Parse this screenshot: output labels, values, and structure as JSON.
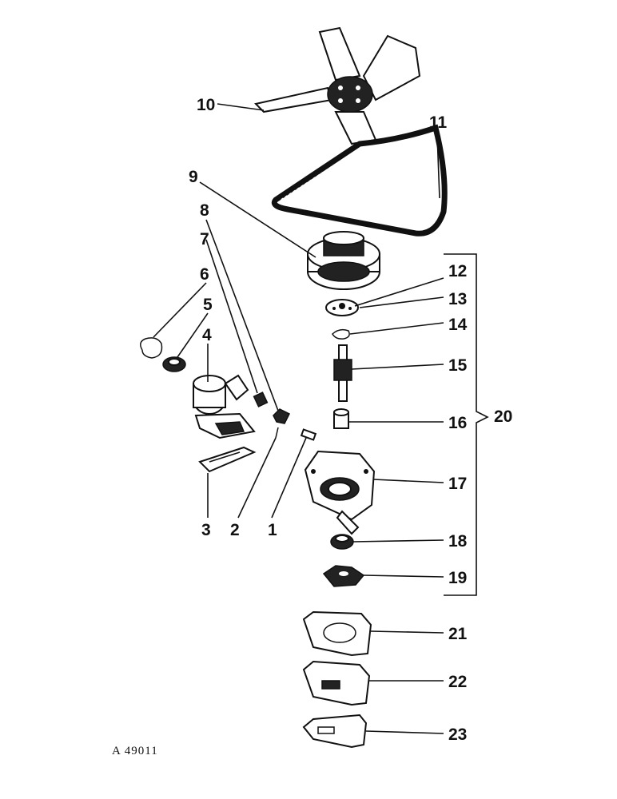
{
  "catalog_number": "A 49011",
  "callouts": {
    "c1": "1",
    "c2": "2",
    "c3": "3",
    "c4": "4",
    "c5": "5",
    "c6": "6",
    "c7": "7",
    "c8": "8",
    "c9": "9",
    "c10": "10",
    "c11": "11",
    "c12": "12",
    "c13": "13",
    "c14": "14",
    "c15": "15",
    "c16": "16",
    "c17": "17",
    "c18": "18",
    "c19": "19",
    "c20": "20",
    "c21": "21",
    "c22": "22",
    "c23": "23"
  }
}
